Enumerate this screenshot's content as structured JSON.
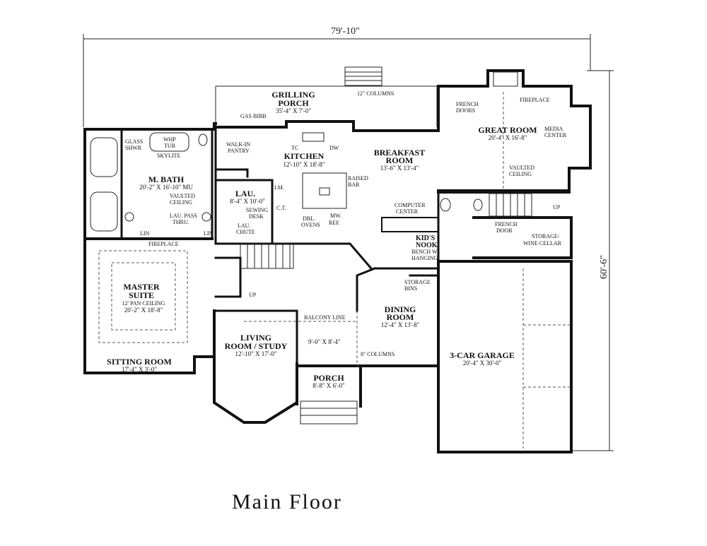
{
  "overall": {
    "width": "79'-10\"",
    "depth": "60'-6\""
  },
  "caption": "Main Floor",
  "rooms": {
    "grilling_porch": {
      "name1": "GRILLING",
      "name2": "PORCH",
      "size": "35'-4\" X 7'-0\""
    },
    "columns_top": "12\" COLUMNS",
    "gas_bibb": "GAS BIBB",
    "kitchen": {
      "name": "KITCHEN",
      "size": "12'-10\" X 18'-8\""
    },
    "walkin_pantry": {
      "l1": "WALK-IN",
      "l2": "PANTRY"
    },
    "tc": "TC",
    "dw": "DW",
    "raised_bar": {
      "l1": "RAISED",
      "l2": "BAR"
    },
    "breakfast": {
      "name1": "BREAKFAST",
      "name2": "ROOM",
      "size": "13'-6\" X 13'-4\""
    },
    "great_room": {
      "name": "GREAT ROOM",
      "size": "20'-4\" X 16'-8\""
    },
    "french_doors_top": {
      "l1": "FRENCH",
      "l2": "DOORS"
    },
    "fireplace_great": "FIREPLACE",
    "media_center": {
      "l1": "MEDIA",
      "l2": "CENTER"
    },
    "vaulted_great": {
      "l1": "VAULTED",
      "l2": "CEILING"
    },
    "m_bath": {
      "name": "M. BATH",
      "size": "20'-2\" X 16'-10\" MU"
    },
    "glass_shwr": {
      "l1": "GLASS",
      "l2": "SHWR"
    },
    "whp_tub": {
      "l1": "WHP",
      "l2": "TUB"
    },
    "skylite": "SKYLITE",
    "vaulted_bath": {
      "l1": "VAULTED",
      "l2": "CEILING"
    },
    "lau_pass": {
      "l1": "LAU. PASS",
      "l2": "THRU."
    },
    "lin1": "LIN",
    "lin2": "LIN",
    "lau": {
      "name": "LAU.",
      "size": "8'-4\" X 10'-0\""
    },
    "sewing_desk": {
      "l1": "SEWING",
      "l2": "DESK"
    },
    "lau_chute": {
      "l1": "LAU.",
      "l2": "CHUTE"
    },
    "im": "I.M.",
    "ct": "C.T.",
    "dbl_ovens": {
      "l1": "DBL.",
      "l2": "OVENS"
    },
    "mw_ref": {
      "l1": "MW.",
      "l2": "REF."
    },
    "computer_center": {
      "l1": "COMPUTER",
      "l2": "CENTER"
    },
    "kids_nook": {
      "l1": "KID'S",
      "l2": "NOOK"
    },
    "bench": {
      "l1": "BENCH W/",
      "l2": "HANGING"
    },
    "up_stair": "UP",
    "french_door_garage": {
      "l1": "FRENCH",
      "l2": "DOOR"
    },
    "storage_wine": {
      "l1": "STORAGE/",
      "l2": "WINE CELLAR"
    },
    "fireplace_master": "FIREPLACE",
    "master_suite": {
      "name1": "MASTER",
      "name2": "SUITE",
      "note": "12' PAN CEILING",
      "size": "20'-2\" X 18'-8\""
    },
    "sitting_room": {
      "name": "SITTING ROOM",
      "size": "17'-4\" X 3'-0\""
    },
    "up_main": "UP",
    "storage_bins": {
      "l1": "STORAGE",
      "l2": "BINS"
    },
    "dining": {
      "name1": "DINING",
      "name2": "ROOM",
      "size": "12'-4\" X 13'-8\""
    },
    "balcony_line": "BALCONY LINE",
    "living": {
      "name1": "LIVING",
      "name2": "ROOM / STUDY",
      "size": "12'-10\" X 17'-0\""
    },
    "foyer_size": "9'-0\" X 8'-4\"",
    "columns_foyer": "8\" COLUMNS",
    "porch": {
      "name": "PORCH",
      "size": "8'-8\" X 6'-0\""
    },
    "garage": {
      "name": "3-CAR GARAGE",
      "size": "20'-4\" X 30'-0\""
    }
  }
}
